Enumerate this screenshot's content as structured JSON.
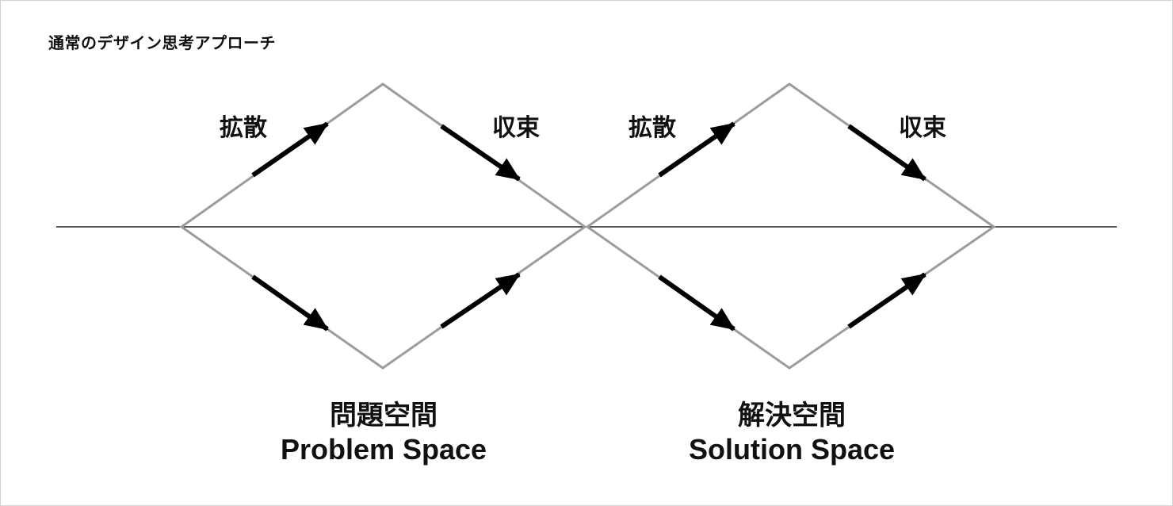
{
  "title": "通常のデザイン思考アプローチ",
  "labels": {
    "diverge": "拡散",
    "converge": "収束"
  },
  "spaces": [
    {
      "jp": "問題空間",
      "en": "Problem Space"
    },
    {
      "jp": "解決空間",
      "en": "Solution Space"
    }
  ],
  "colors": {
    "diamond_outline": "#9c9c9c",
    "axis_line": "#222222",
    "arrow": "#000000",
    "text": "#111111"
  }
}
